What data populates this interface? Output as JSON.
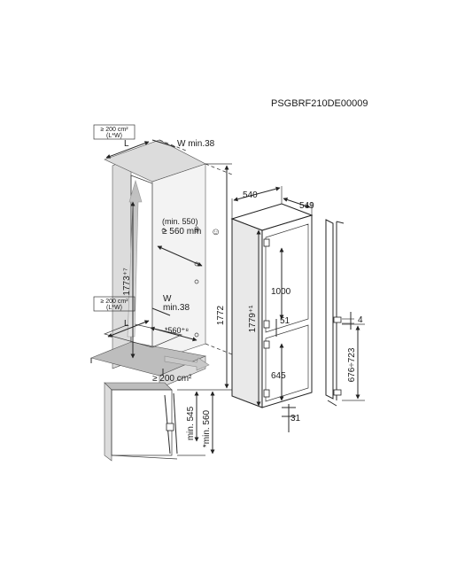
{
  "drawing": {
    "code": "PSGBRF210DE00009",
    "vent_box_top": {
      "line1": "≥ 200 cm²",
      "line2": "(L*W)"
    },
    "vent_box_mid": {
      "line1": "≥ 200 cm²",
      "line2": "(L*W)"
    },
    "vent_bottom": "≥ 200 cm²",
    "L_top": "L",
    "L_mid": "L",
    "W_top": "W min.38",
    "W_mid_w": "W",
    "W_mid_min": "min.38",
    "niche_height": "1773⁺⁷",
    "min550": "(min. 550)",
    "depth560": "≥ 560 mm",
    "smiley": "☺",
    "niche_width": "*560⁺⁸",
    "height1772": "1772",
    "height1779": "1779⁺¹",
    "width540": "540",
    "depth549": "549",
    "h1000": "1000",
    "h51": "51",
    "h645": "645",
    "h31": "31",
    "h4": "4",
    "door676": "676÷723",
    "min545": "min. 545",
    "min560": "*min. 560"
  }
}
